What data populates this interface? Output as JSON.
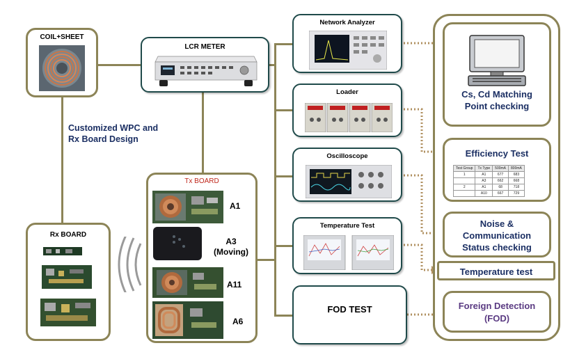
{
  "labels": {
    "coil_sheet": "COIL+SHEET",
    "lcr_meter": "LCR METER",
    "customized_line1": "Customized  WPC and",
    "customized_line2": "Rx Board Design",
    "rx_board": "Rx BOARD",
    "tx_board": "Tx BOARD",
    "a1": "A1",
    "a3": "A3",
    "a3_moving": "(Moving)",
    "a11": "A11",
    "a6": "A6",
    "network_analyzer": "Network Analyzer",
    "loader": "Loader",
    "oscilloscope": "Oscilloscope",
    "temperature_test": "Temperature Test",
    "fod_test": "FOD TEST"
  },
  "results": {
    "cs_cd_line1": "Cs, Cd Matching",
    "cs_cd_line2": "Point checking",
    "efficiency_test": "Efficiency Test",
    "noise_line1": "Noise &",
    "noise_line2": "Communication",
    "noise_line3": "Status checking",
    "temperature_test": "Temperature test",
    "fod_line1": "Foreign Detection",
    "fod_line2": "(FOD)"
  },
  "efficiency_table": {
    "headers": [
      "Test Group",
      "Tx Type",
      "500mA",
      "800mA"
    ],
    "rows": [
      [
        "1",
        "A1",
        "677",
        "683"
      ],
      [
        "",
        "A3",
        "662",
        "668"
      ],
      [
        "2",
        "A1",
        "68",
        "718"
      ],
      [
        "",
        "A10",
        "667",
        "729"
      ]
    ]
  },
  "colors": {
    "frame": "#8c8457",
    "box_border": "#1f4a4a",
    "result_text": "#1b2f63",
    "tx_title": "#c0281c",
    "fod_text": "#5a3a82"
  }
}
